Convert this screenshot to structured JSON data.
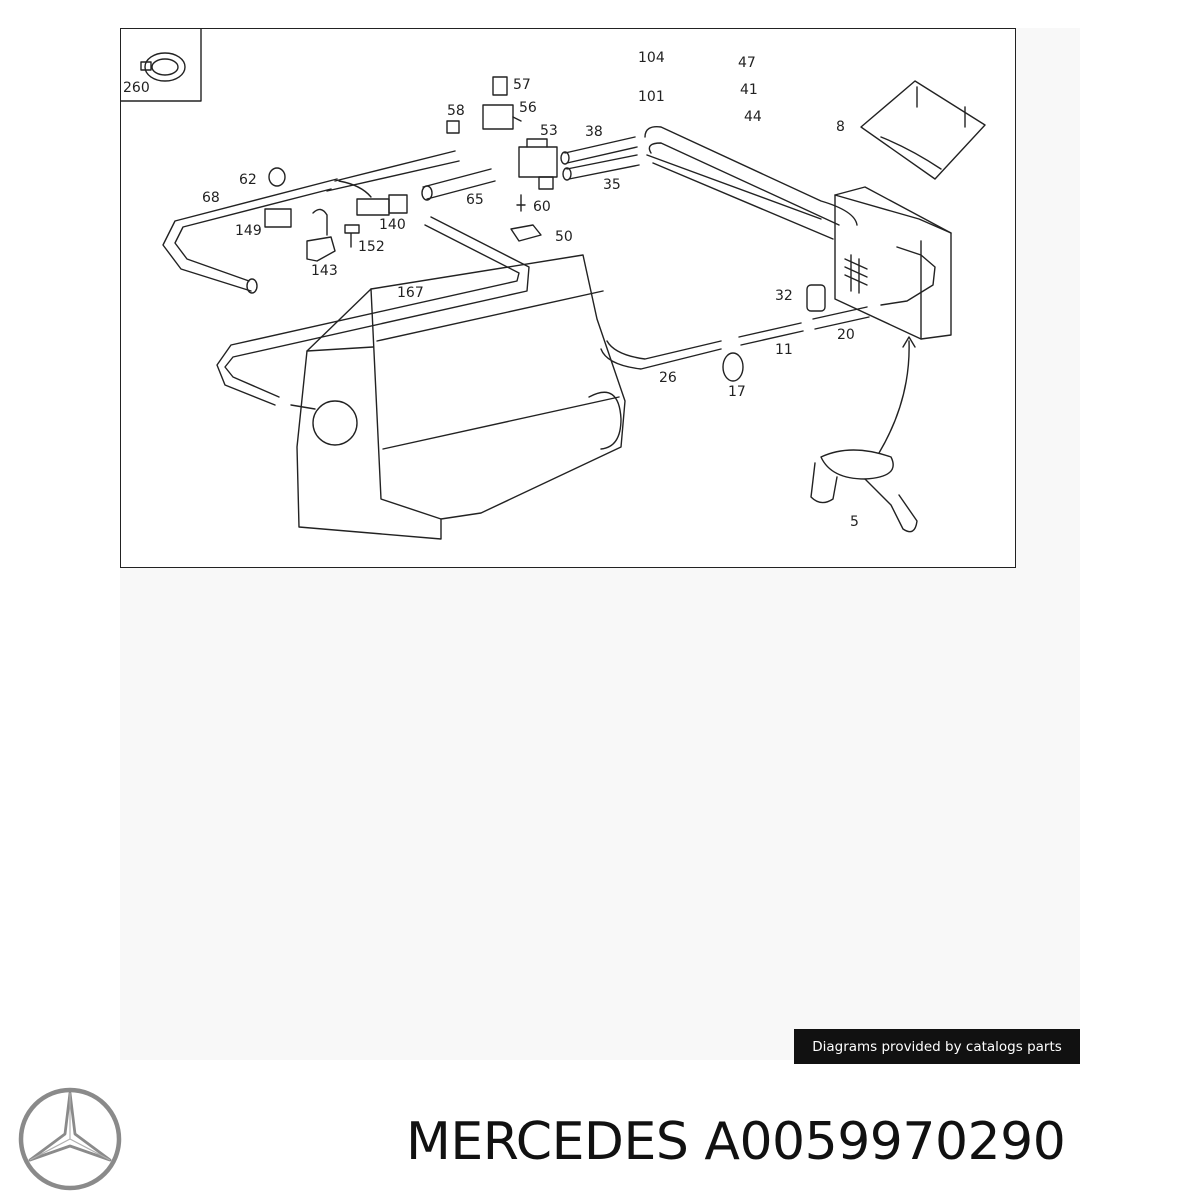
{
  "diagram": {
    "callouts": [
      {
        "id": "260",
        "label": "260"
      },
      {
        "id": "104",
        "label": "104"
      },
      {
        "id": "47",
        "label": "47"
      },
      {
        "id": "41",
        "label": "41"
      },
      {
        "id": "101",
        "label": "101"
      },
      {
        "id": "44",
        "label": "44"
      },
      {
        "id": "57",
        "label": "57"
      },
      {
        "id": "56",
        "label": "56"
      },
      {
        "id": "58",
        "label": "58"
      },
      {
        "id": "53",
        "label": "53"
      },
      {
        "id": "38",
        "label": "38"
      },
      {
        "id": "35",
        "label": "35"
      },
      {
        "id": "8",
        "label": "8"
      },
      {
        "id": "62",
        "label": "62"
      },
      {
        "id": "68",
        "label": "68"
      },
      {
        "id": "65",
        "label": "65"
      },
      {
        "id": "60",
        "label": "60"
      },
      {
        "id": "140",
        "label": "140"
      },
      {
        "id": "149",
        "label": "149"
      },
      {
        "id": "152",
        "label": "152"
      },
      {
        "id": "50",
        "label": "50"
      },
      {
        "id": "143",
        "label": "143"
      },
      {
        "id": "167",
        "label": "167"
      },
      {
        "id": "32",
        "label": "32"
      },
      {
        "id": "20",
        "label": "20"
      },
      {
        "id": "11",
        "label": "11"
      },
      {
        "id": "26",
        "label": "26"
      },
      {
        "id": "17",
        "label": "17"
      },
      {
        "id": "5",
        "label": "5"
      }
    ]
  },
  "credit": {
    "text": "Diagrams provided by catalogs parts"
  },
  "brand": {
    "name": "MERCEDES",
    "part_number": "A0059970290"
  },
  "logo": {
    "icon": "mercedes-star-icon",
    "color": "#8a8a8a"
  }
}
